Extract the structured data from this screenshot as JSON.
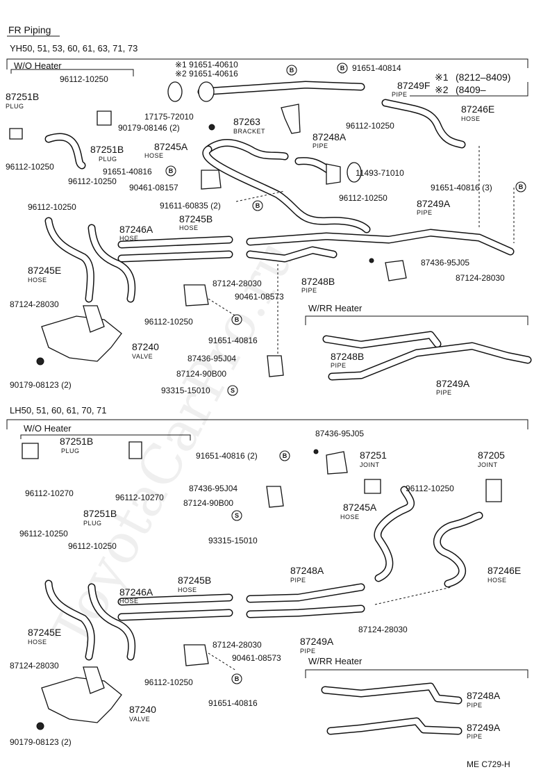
{
  "header": {
    "title": "FR Piping",
    "footer_code": "ME  C729-H"
  },
  "sections": {
    "top": {
      "models": "YH50, 51, 53, 60, 61, 63, 71, 73",
      "wo_heater": "W/O Heater",
      "rr_heater": "W/RR Heater",
      "notes": {
        "n1_mark": "※1",
        "n1_range": "(8212–8409)",
        "n2_mark": "※2",
        "n2_range": "(8409–"
      },
      "labels": {
        "p87251b_a": "87251B",
        "p87251b_a_t": "PLUG",
        "p96112_10250_a": "96112-10250",
        "p87251b_b": "87251B",
        "p87251b_b_t": "PLUG",
        "p96112_10250_b": "96112-10250",
        "p91651_40610": "※1 91651-40610",
        "p91651_40616": "※2 91651-40616",
        "p91651_40814": "91651-40814",
        "p87249f": "87249F",
        "p87249f_t": "PIPE",
        "p17175": "17175-72010",
        "p90179_08146": "90179-08146 (2)",
        "p87263": "87263",
        "p87263_t": "BRACKET",
        "p96112_10250_c": "96112-10250",
        "p87246e": "87246E",
        "p87246e_t": "HOSE",
        "p87245a": "87245A",
        "p87245a_t": "HOSE",
        "p87248a": "87248A",
        "p87248a_t": "PIPE",
        "p91651_40816_a": "91651-40816",
        "p11493": "11493-71010",
        "p96112_10250_d": "96112-10250",
        "p90461_08157": "90461-08157",
        "p91651_40816_3": "91651-40816 (3)",
        "p96112_10250_e": "96112-10250",
        "p91611": "91611-60835 (2)",
        "p96112_10250_f": "96112-10250",
        "p87249a": "87249A",
        "p87249a_t": "PIPE",
        "p87246a": "87246A",
        "p87246a_t": "HOSE",
        "p87245b": "87245B",
        "p87245b_t": "HOSE",
        "p87245e": "87245E",
        "p87245e_t": "HOSE",
        "p87436_95j05": "87436-95J05",
        "p87124_28030_a": "87124-28030",
        "p87248b": "87248B",
        "p87248b_t": "PIPE",
        "p87124_28030_b": "87124-28030",
        "p87124_28030_c": "87124-28030",
        "p90461_08573": "90461-08573",
        "p96112_10250_g": "96112-10250",
        "p91651_40816_b": "91651-40816",
        "p87240": "87240",
        "p87240_t": "VALVE",
        "p87436_95j04": "87436-95J04",
        "p87124_90b00": "87124-90B00",
        "p93315": "93315-15010",
        "p90179_08123": "90179-08123 (2)",
        "rr_87248b": "87248B",
        "rr_87248b_t": "PIPE",
        "rr_87249a": "87249A",
        "rr_87249a_t": "PIPE"
      }
    },
    "bottom": {
      "models": "LH50, 51, 60, 61, 70, 71",
      "wo_heater": "W/O Heater",
      "rr_heater": "W/RR Heater",
      "labels": {
        "p87251b_a": "87251B",
        "p87251b_a_t": "PLUG",
        "p96112_10270_a": "96112-10270",
        "p96112_10270_b": "96112-10270",
        "p87251b_b": "87251B",
        "p87251b_b_t": "PLUG",
        "p96112_10250_a": "96112-10250",
        "p96112_10250_b": "96112-10250",
        "p91651_40816_2": "91651-40816 (2)",
        "p87436_95j05": "87436-95J05",
        "p87251": "87251",
        "p87251_t": "JOINT",
        "p87205": "87205",
        "p87205_t": "JOINT",
        "p96112_10250_c": "96112-10250",
        "p87436_95j04": "87436-95J04",
        "p87124_90b00": "87124-90B00",
        "p93315": "93315-15010",
        "p87245a": "87245A",
        "p87245a_t": "HOSE",
        "p87248a": "87248A",
        "p87248a_t": "PIPE",
        "p87246e": "87246E",
        "p87246e_t": "HOSE",
        "p87246a": "87246A",
        "p87246a_t": "HOSE",
        "p87245b": "87245B",
        "p87245b_t": "HOSE",
        "p87245e": "87245E",
        "p87245e_t": "HOSE",
        "p87124_28030_a": "87124-28030",
        "p87124_28030_b": "87124-28030",
        "p87249a": "87249A",
        "p87249a_t": "PIPE",
        "p90461_08573": "90461-08573",
        "p87124_28030_c": "87124-28030",
        "p96112_10250_d": "96112-10250",
        "p91651_40816": "91651-40816",
        "p87240": "87240",
        "p87240_t": "VALVE",
        "p90179_08123": "90179-08123 (2)",
        "rr_87248a": "87248A",
        "rr_87248a_t": "PIPE",
        "rr_87249a": "87249A",
        "rr_87249a_t": "PIPE"
      }
    }
  },
  "symbols": {
    "b_mark": "B",
    "s_mark": "S"
  },
  "watermark": "ToyotaCarPro.ru"
}
